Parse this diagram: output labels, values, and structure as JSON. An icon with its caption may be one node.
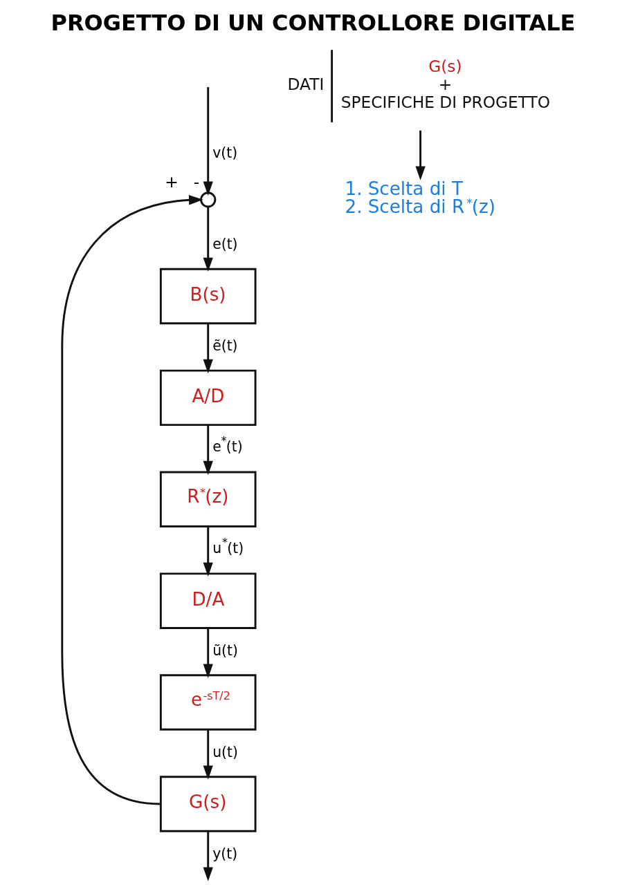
{
  "diagram": {
    "title": "PROGETTO DI UN CONTROLLORE DIGITALE",
    "nodes": [
      {
        "text": [],
        "shape": "circle",
        "beside": [
          "+",
          "-"
        ]
      },
      {
        "text": [
          "B(s)"
        ]
      },
      {
        "text": [
          "A/D"
        ]
      },
      {
        "text": [
          "R$^{*}$(z)"
        ]
      },
      {
        "text": [
          "D/A"
        ]
      },
      {
        "text": [
          "e$^{-sT/2}$"
        ]
      },
      {
        "text": [
          "G(s)"
        ]
      },
      {
        "text": [
          "DATI",
          "G(s)",
          "+",
          "SPECIFICHE DI PROGETTO"
        ]
      },
      {
        "text": [
          "1. Scelta di T",
          "2. Scelta di R$^{*}$(z)"
        ]
      }
    ],
    "edges": [
      {
        "from": null,
        "to": 0,
        "arrow": "to",
        "label": "v(t)"
      },
      {
        "from": 0,
        "to": 1,
        "arrow": "to",
        "label": "e(t)"
      },
      {
        "from": 1,
        "to": 2,
        "arrow": "to",
        "label": "ẽ(t)"
      },
      {
        "from": 2,
        "to": 3,
        "arrow": "to",
        "label": "e$^{*}$(t)"
      },
      {
        "from": 3,
        "to": 4,
        "arrow": "to",
        "label": "u$^{*}$(t)"
      },
      {
        "from": 4,
        "to": 5,
        "arrow": "to",
        "label": "ũ(t)"
      },
      {
        "from": 5,
        "to": 6,
        "arrow": "to",
        "label": "u(t)"
      },
      {
        "from": 6,
        "to": null,
        "arrow": "to",
        "label": "y(t)"
      },
      {
        "from": 6,
        "to": 0,
        "arrow": "to"
      },
      {
        "from": 7,
        "to": 8,
        "arrow": "to"
      }
    ]
  }
}
